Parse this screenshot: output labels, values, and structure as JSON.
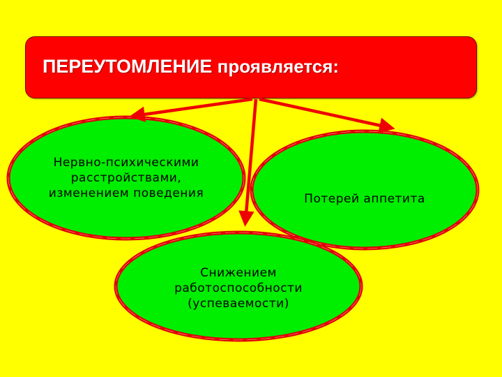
{
  "title": {
    "caps": "ПЕРЕУТОМЛЕНИЕ",
    "rest": " проявляется:"
  },
  "nodes": [
    {
      "id": "left",
      "lines": [
        "Нервно-психическими",
        "расстройствами,",
        "изменением поведения"
      ]
    },
    {
      "id": "right",
      "lines": [
        "Потерей аппетита"
      ]
    },
    {
      "id": "bottom",
      "lines": [
        "Снижением",
        "работоспособности",
        "(успеваемости)"
      ]
    }
  ],
  "colors": {
    "background": "#ffff00",
    "title_fill": "#ff0000",
    "title_text": "#ffffff",
    "ellipse_fill": "#00ee00",
    "ellipse_stroke": "#e00000",
    "arrow": "#ee0000",
    "node_text": "#000000"
  }
}
